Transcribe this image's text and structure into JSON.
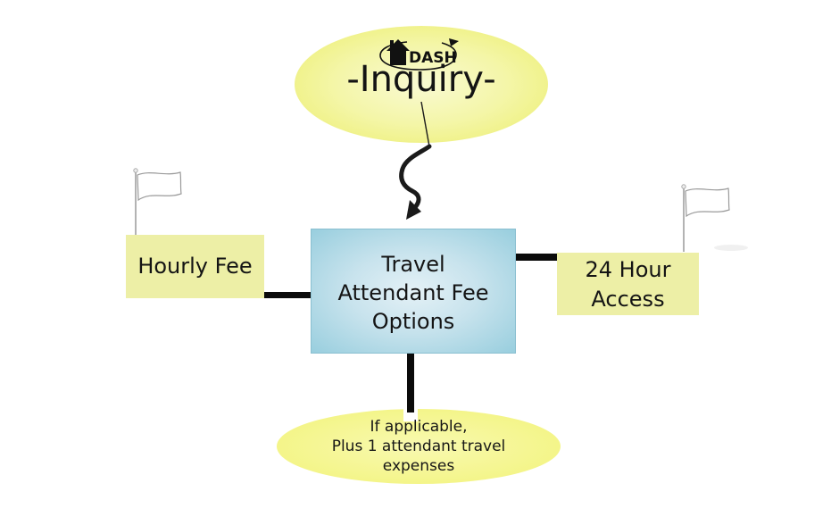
{
  "inquiry": {
    "logo_text": "DASH",
    "title": "-Inquiry-"
  },
  "nodes": {
    "center": {
      "label": "Travel\nAttendant Fee\nOptions"
    },
    "left": {
      "label": "Hourly Fee"
    },
    "right": {
      "label": "24 Hour\nAccess"
    },
    "bottom": {
      "label": "If applicable,\nPlus 1 attendant travel\nexpenses"
    }
  },
  "icons": {
    "dash_logo": "house-with-circular-arrow",
    "pointer": "s-curved-arrow-down",
    "markers": [
      "flag-on-pole-left",
      "flag-on-pole-right"
    ]
  },
  "colors": {
    "bubble_yellow": "#edef73",
    "node_yellow": "#edefa6",
    "node_blue": "#98cede",
    "connector": "#0b0b0b",
    "text": "#1b1b1b"
  }
}
